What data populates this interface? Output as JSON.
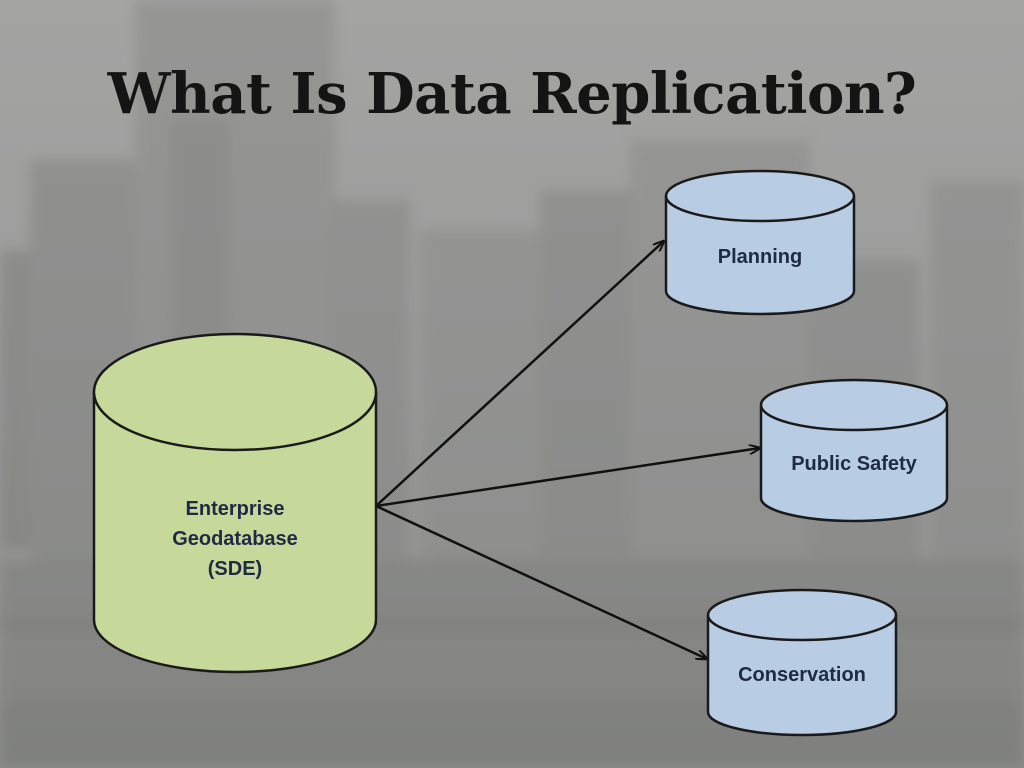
{
  "slide": {
    "title": "What Is Data Replication?"
  },
  "diagram": {
    "source": {
      "label_lines": [
        "Enterprise",
        "Geodatabase",
        "(SDE)"
      ],
      "fill": "#c6d89a",
      "stroke": "#1a1a1a"
    },
    "targets": [
      {
        "id": "planning",
        "label": "Planning"
      },
      {
        "id": "public-safety",
        "label": "Public Safety"
      },
      {
        "id": "conservation",
        "label": "Conservation"
      }
    ],
    "target_fill": "#b8cce4",
    "target_stroke": "#1a1a1a",
    "arrow_color": "#111111"
  },
  "colors": {
    "background": "#9a9b9a",
    "title": "#141414",
    "label": "#1f2a44"
  }
}
